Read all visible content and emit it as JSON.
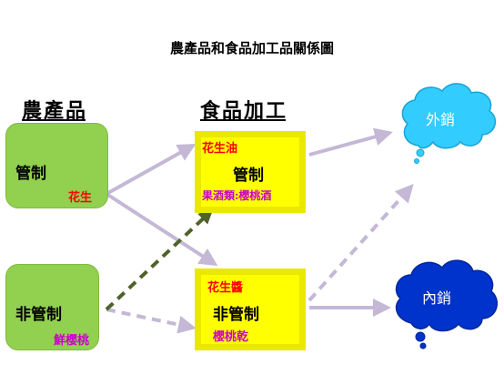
{
  "title": "農產品和食品加工品關係圖",
  "headers": {
    "agri": "農產品",
    "food": "食品加工"
  },
  "agri": {
    "controlled": {
      "label": "管制",
      "example": "花生"
    },
    "uncontrolled": {
      "label": "非管制",
      "example": "鮮櫻桃"
    }
  },
  "food": {
    "controlled": {
      "top_example": "花生油",
      "label": "管制",
      "bottom_example": "果酒類:櫻桃酒"
    },
    "uncontrolled": {
      "top_example": "花生醬",
      "label": "非管制",
      "bottom_example": "櫻桃乾"
    }
  },
  "sales": {
    "export": "外銷",
    "domestic": "內銷"
  },
  "colors": {
    "green_box": "#92d050",
    "yellow_box": "#ffff00",
    "arrow": "#c4b8d6",
    "dashed_green_arrow": "#4f6228",
    "cloud_light": "#33ccff",
    "cloud_dark": "#0033cc",
    "red_text": "#ff0000",
    "magenta_text": "#cc00cc"
  }
}
